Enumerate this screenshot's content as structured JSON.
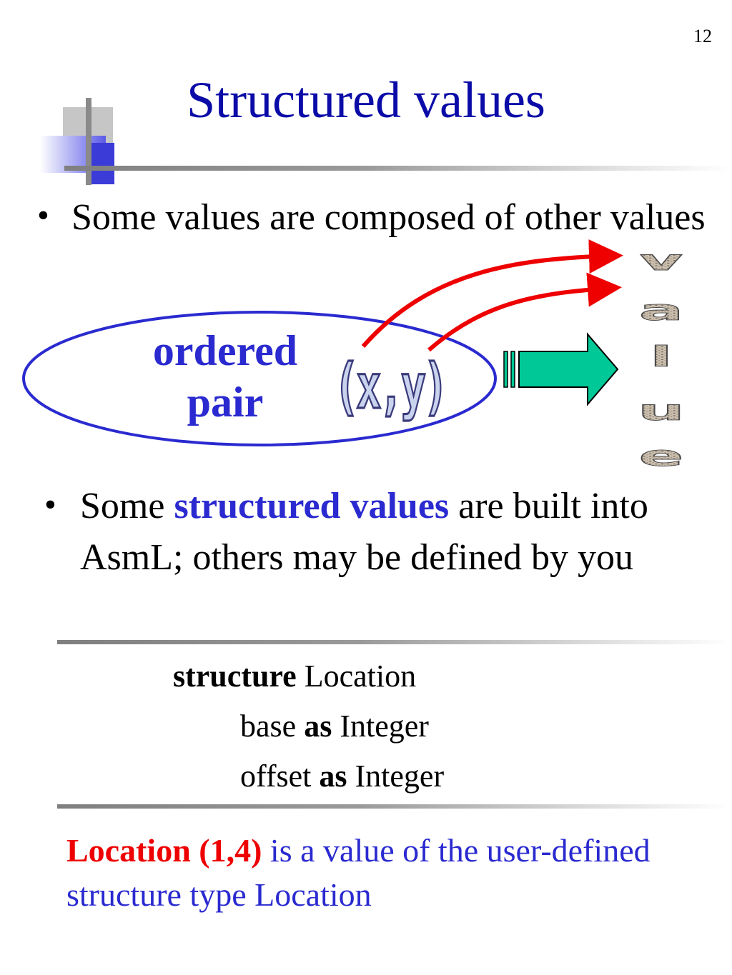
{
  "slide": {
    "number": "12",
    "title": "Structured values"
  },
  "bullet1": {
    "text": "Some values are composed of other values"
  },
  "diagram": {
    "ellipse_label_line1": "ordered",
    "ellipse_label_line2": "pair",
    "tuple_text": "(x,y)",
    "value_letters": [
      "v",
      "a",
      "l",
      "u",
      "e"
    ],
    "colors": {
      "ellipse": "#2a2ad0",
      "arrows": "#ee0000",
      "block_arrow": "#00c896"
    }
  },
  "bullet2": {
    "before": "Some ",
    "highlight": "structured values",
    "after": " are built into AsmL; others may be defined by you"
  },
  "code": {
    "line1_keyword": "structure",
    "line1_name": " Location",
    "line2_field": "base ",
    "line2_keyword": "as",
    "line2_type": " Integer",
    "line3_field": "offset ",
    "line3_keyword": "as",
    "line3_type": " Integer"
  },
  "footer": {
    "red": "Location (1,4)",
    "rest": " is a value of the user-defined structure type Location"
  }
}
